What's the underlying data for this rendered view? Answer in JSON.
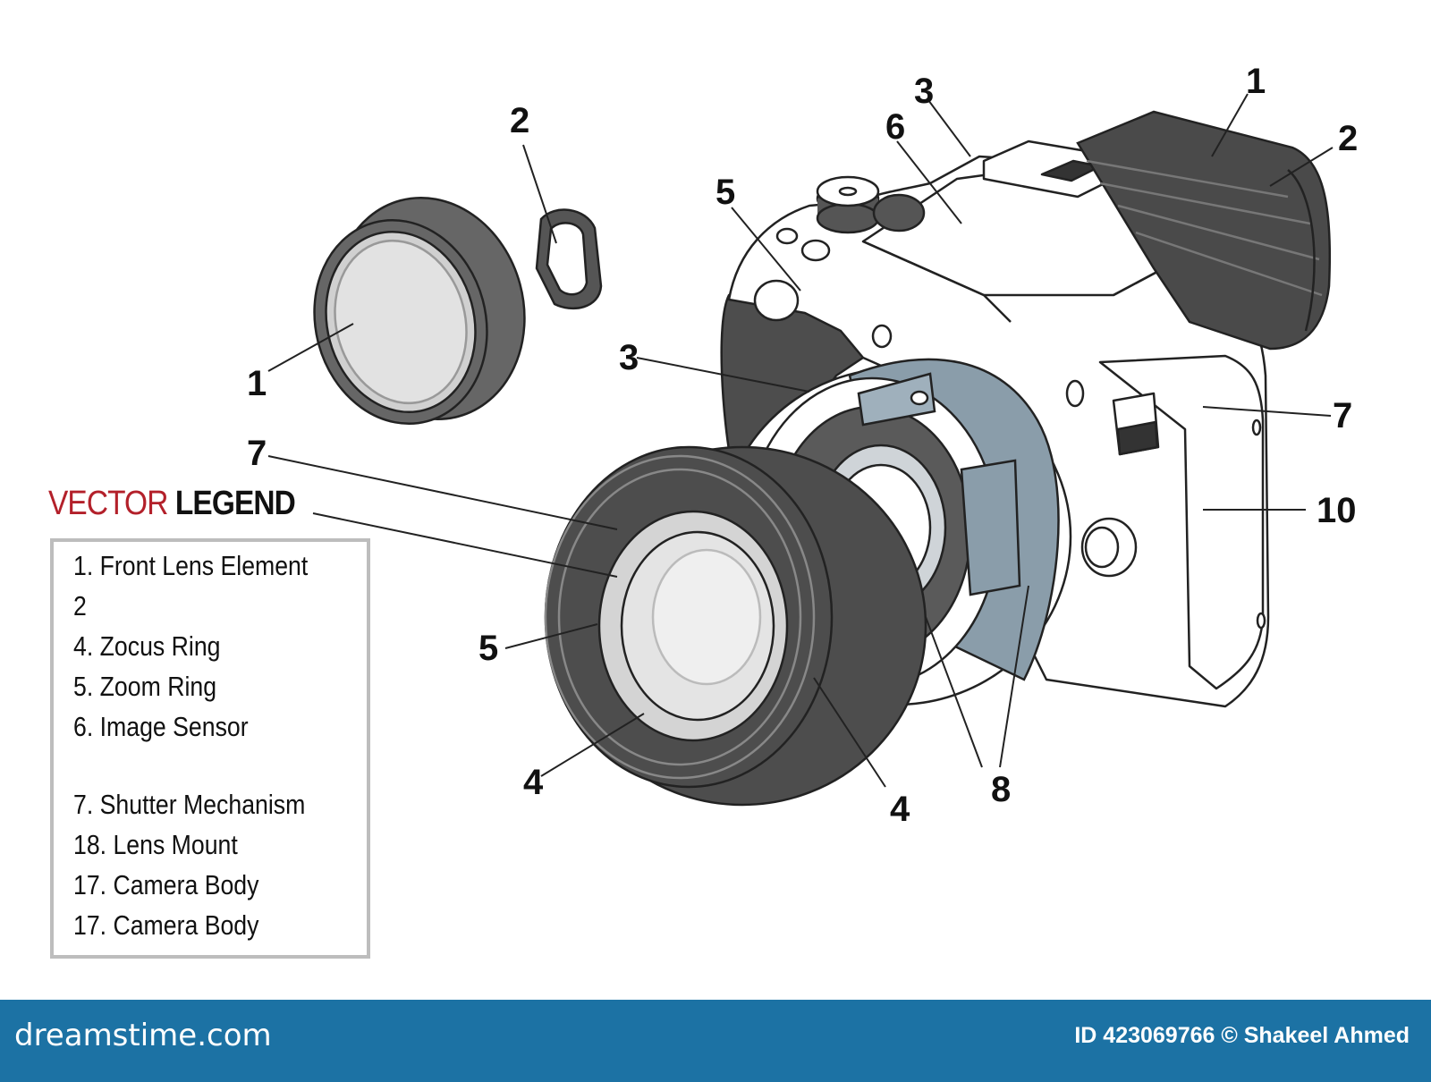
{
  "legend": {
    "title_red": "VECTOR",
    "title_black": "LEGEND",
    "items": [
      "1. Front Lens Element",
      "2",
      "4. Zocus Ring",
      "5. Zoom Ring",
      "6. Image Sensor",
      "7. Shutter Mechanism",
      "18. Lens Mount",
      "17. Camera Body",
      "17. Camera Body"
    ]
  },
  "callouts": {
    "filter_1": "1",
    "ring_2": "2",
    "mount_3": "3",
    "lens_7": "7",
    "lens_5": "5",
    "lens_4_front": "4",
    "lens_4_side": "4",
    "mount_8": "8",
    "body_5": "5",
    "body_6": "6",
    "body_3": "3",
    "eyecup_1": "1",
    "eyecup_2": "2",
    "body_7": "7",
    "body_10": "10"
  },
  "footer": {
    "brand": "dreamstime.com",
    "credit": "ID 423069766 © Shakeel Ahmed"
  },
  "colors": {
    "footer_bg": "#1c72a4",
    "legend_red": "#b3202a",
    "mount_blue": "#8a9daa",
    "lens_dark": "#4a4a4a",
    "glass_gray": "#d4d4d4"
  }
}
